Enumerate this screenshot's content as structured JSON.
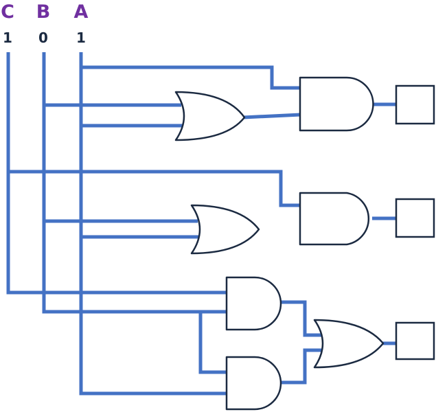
{
  "colors": {
    "wire": "#4472c4",
    "gate_outline": "#1b2a41",
    "input_label": "#7030a0",
    "input_value": "#1b2a41"
  },
  "inputs": [
    {
      "name": "C",
      "value": "1"
    },
    {
      "name": "B",
      "value": "0"
    },
    {
      "name": "A",
      "value": "1"
    }
  ],
  "gates": [
    {
      "id": "or-gate-1",
      "type": "OR"
    },
    {
      "id": "and-gate-1",
      "type": "AND"
    },
    {
      "id": "or-gate-2",
      "type": "OR"
    },
    {
      "id": "and-gate-2",
      "type": "AND"
    },
    {
      "id": "and-gate-3",
      "type": "AND"
    },
    {
      "id": "and-gate-4",
      "type": "AND"
    },
    {
      "id": "or-gate-3",
      "type": "OR"
    }
  ],
  "outputs": [
    {
      "id": "output-1",
      "value": ""
    },
    {
      "id": "output-2",
      "value": ""
    },
    {
      "id": "output-3",
      "value": ""
    }
  ]
}
